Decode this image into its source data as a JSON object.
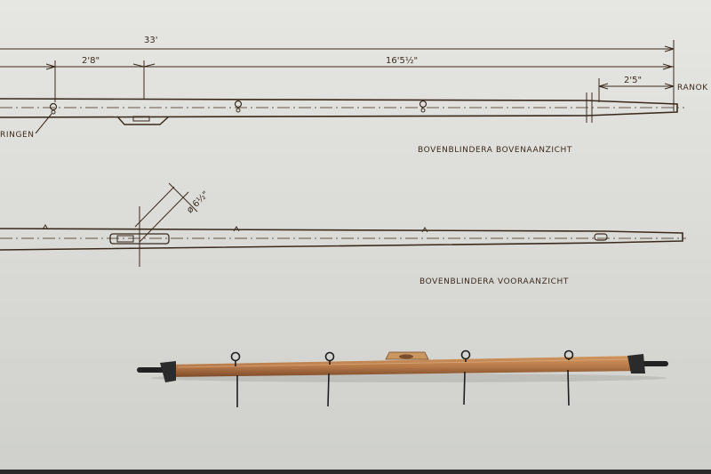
{
  "drawing": {
    "dim_overall": "33'",
    "dim_first": "2'8\"",
    "dim_middle": "16'5½\"",
    "dim_end": "2'5\"",
    "dim_angle": "ø 6½\"",
    "label_ranok": "RANOK",
    "label_ringen": "RINGEN",
    "title_top_view": "BOVENBLINDERA BOVENAANZICHT",
    "title_front_view": "BOVENBLINDERA VOORAANZICHT"
  },
  "colors": {
    "paper": "#dcdcd8",
    "ink": "#3a2a1e",
    "wood": "#b77a4a",
    "wood_dark": "#8a5530",
    "metal": "#222222"
  }
}
